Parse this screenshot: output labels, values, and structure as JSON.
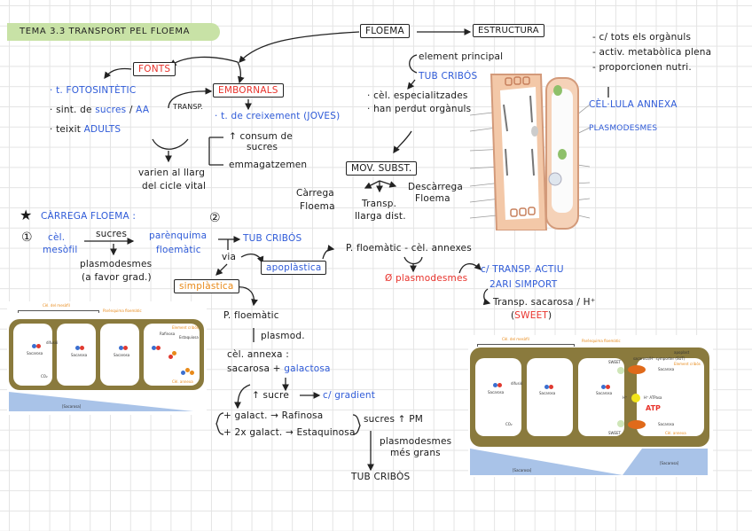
{
  "title": "TEMA 3.3 TRANSPORT PEL FLOEMA",
  "top": {
    "floema": "FLOEMA",
    "estructura": "ESTRUCTURA"
  },
  "fonts": {
    "label": "FONTS",
    "items": [
      "· t. FOTOSINTÈTIC",
      "· sint. de",
      "sucres",
      "/",
      "AA",
      "· teixit",
      "ADULTS"
    ],
    "transp": "TRANSP."
  },
  "embornals": {
    "label": "EMBORNALS",
    "item_prefix": "· t. de creixement",
    "item_suffix": "(JOVES)",
    "consum": "↑ consum de",
    "consum2": "sucres",
    "emmagatzemen": "emmagatzemen",
    "varien1": "varien al llarg",
    "varien2": "del cicle vital"
  },
  "estructura": {
    "element_principal": "element principal",
    "tub_cribos": "TUB CRIBÓS",
    "bullet1": "· cèl. especialitzades",
    "bullet2": "· han perdut orgànuls",
    "annexa_notes": [
      "- c/ tots els orgànuls",
      "- activ. metabòlica plena",
      "- proporcionen nutri."
    ],
    "cellula_annexa": "CÈL·LULA ANNEXA",
    "plasmodesmes": "PLASMODESMES"
  },
  "mov": {
    "label": "MOV. SUBST.",
    "carrega1": "Càrrega",
    "carrega2": "Floema",
    "transp1": "Transp.",
    "transp2": "llarga dist.",
    "descarrega1": "Descàrrega",
    "descarrega2": "Floema"
  },
  "carrega": {
    "heading": "CÀRREGA FLOEMA :",
    "step1": "①",
    "step2": "②",
    "cel1": "cèl.",
    "cel2": "mesòfil",
    "sucres": "sucres",
    "parenquima1": "parènquima",
    "parenquima2": "floemàtic",
    "tub_cribos": "TUB CRIBÓS",
    "plasmodesmes": "plasmodesmes",
    "a_favor": "(a favor grad.)",
    "via": "via",
    "apoplastica": "apoplàstica",
    "simplastica": "simplàstica",
    "p_floematic_annexes": "P. floemàtic - cèl. annexes",
    "zero_plasmodesmes": "Ø plasmodesmes",
    "transp_actiu1": "c/ TRANSP. ACTIU",
    "transp_actiu2": "2ARI SIMPORT",
    "transp_sacarosa": "Transp. sacarosa / H⁺",
    "sweet": "SWEET"
  },
  "simplastic": {
    "p_floematic": "P. floemàtic",
    "plasmod": "plasmod.",
    "annexa": "cèl. annexa :",
    "sacarosa": "sacarosa +",
    "galactosa": "galactosa",
    "sucre": "↑ sucre",
    "gradient": "c/ gradient",
    "rafinosa": "+ galact. → Rafinosa",
    "estaquinosa": "+ 2x galact. → Estaquinosa",
    "sucres_pm": "sucres ↑ PM",
    "plasmodesmes1": "plasmodesmes",
    "plasmodesmes2": "més grans",
    "tub_cribos": "TUB CRIBÒS"
  },
  "figure_left": {
    "cel_mesofil": "Cèl. del mesòfil",
    "parenquima": "Parènquima floemàtic",
    "element_cribos": "Element cribós",
    "cel_annexa": "Cèl. annexa",
    "sacarosa": "Sacarosa",
    "difusio": "difusió",
    "rafinosa": "Rafinosa",
    "estaquiosa": "Estaquiosa",
    "co2": "CO₂",
    "gradient": "[Sacarosa]"
  },
  "figure_right": {
    "cel_mesofil": "Cèl. del mesòfil",
    "parenquima": "Parènquima floemàtic",
    "apoplast": "apoplast",
    "element_cribos": "Element cribós",
    "cel_annexa": "Cèl. annexa",
    "sweet": "SWEET",
    "simporter1": "sacarosa/H⁺ symporter (SUT)",
    "sacarosa": "Sacarosa",
    "h": "H⁺",
    "atpase": "H⁺ ATPasa",
    "atp": "ATP",
    "difusio": "difusió",
    "co2": "CO₂",
    "gradient_left": "[Sacarosa]",
    "gradient_right": "[Sacarosa]"
  },
  "colors": {
    "title_bg": "#c8e2a6",
    "blue_ink": "#2f5bd8",
    "red_ink": "#e8322b",
    "orange_ink": "#e88a1a",
    "cell_wall": "#8a7a3d",
    "gradient": "#a9c3e8"
  }
}
